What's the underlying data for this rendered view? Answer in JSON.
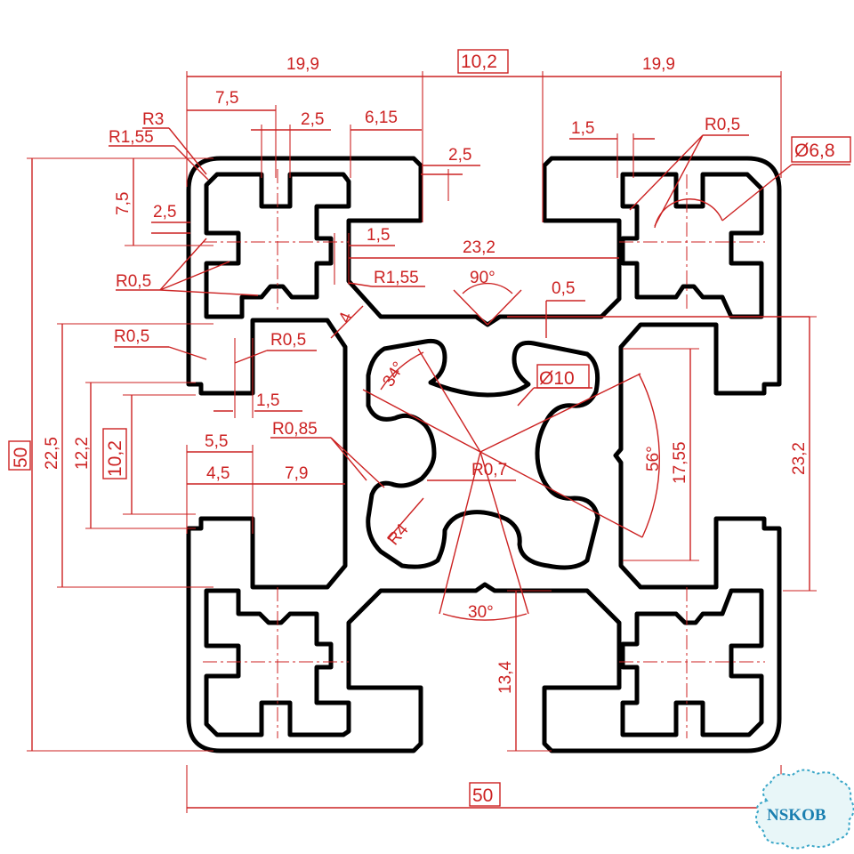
{
  "labels": {
    "w_left": "19,9",
    "w_mid": "10,2",
    "w_right": "19,9",
    "d7_5_top": "7,5",
    "d2_5_top": "2,5",
    "d6_15": "6,15",
    "d2_5_right": "2,5",
    "r3": "R3",
    "r1_55_top": "R1,55",
    "d7_5_left": "7,5",
    "d2_5_left": "2,5",
    "r0_5_left": "R0,5",
    "d1_5_mid": "1,5",
    "d23_2_h": "23,2",
    "r1_55_mid": "R1,55",
    "d4": "4",
    "a90": "90°",
    "d0_5": "0,5",
    "d1_5_tr": "1,5",
    "r0_5_tr": "R0,5",
    "dia6_8": "Ø6,8",
    "r0_5_a": "R0,5",
    "r0_5_b": "R0,5",
    "d1_5_low": "1,5",
    "a34": "34°",
    "dia10": "Ø10",
    "r0_85": "R0,85",
    "d5_5": "5,5",
    "d4_5": "4,5",
    "d7_9": "7,9",
    "r0_7": "R0,7",
    "a56": "56°",
    "d17_55": "17,55",
    "d23_2_v": "23,2",
    "r4": "R4",
    "a30": "30°",
    "d13_4": "13,4",
    "h50": "50",
    "h22_5": "22,5",
    "h12_2": "12,2",
    "h10_2": "10,2",
    "w50": "50"
  },
  "logo": {
    "text": "NSKOB"
  }
}
